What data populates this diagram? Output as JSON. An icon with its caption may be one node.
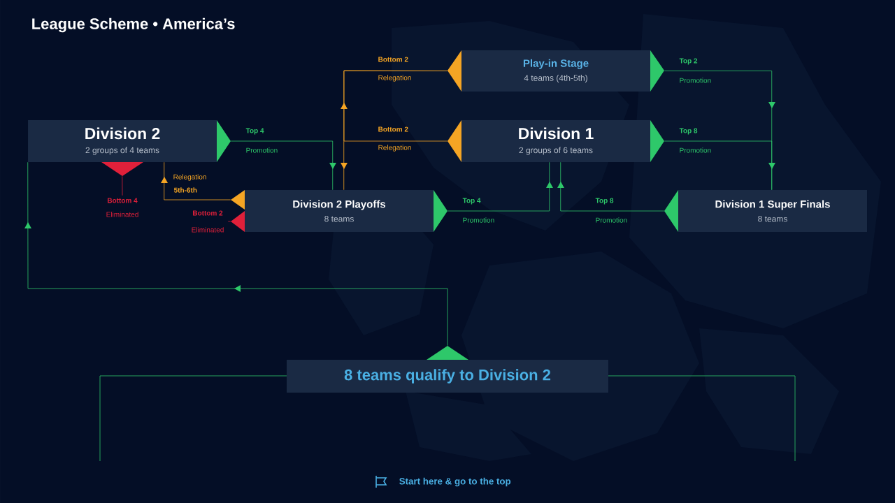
{
  "diagram": {
    "title": "League Scheme • America’s",
    "nodes": [
      {
        "text": [
          "Play-in Stage",
          "4 teams (4th-5th)"
        ]
      },
      {
        "text": [
          "Division 2",
          "2 groups of 4 teams"
        ]
      },
      {
        "text": [
          "Division 1",
          "2 groups of 6 teams"
        ]
      },
      {
        "text": [
          "Division 2 Playoffs",
          "8 teams"
        ]
      },
      {
        "text": [
          "Division 1 Super Finals",
          "8 teams"
        ]
      },
      {
        "text": [
          "8 teams qualify to Division 2"
        ]
      },
      {
        "text": [
          "Bottom 4",
          "Eliminated"
        ]
      },
      {
        "text": [
          "Bottom 2",
          "Eliminated"
        ]
      }
    ],
    "edges": [
      {
        "from": 1,
        "to": 3,
        "arrow": "to",
        "label": "Top 4"
      },
      {
        "from": 1,
        "to": 6,
        "arrow": "to",
        "color": "#e0203a"
      },
      {
        "from": 3,
        "to": 1,
        "arrow": "to",
        "label": "Relegation",
        "color": "#f5a524"
      },
      {
        "from": 3,
        "to": 7,
        "arrow": "to",
        "color": "#e0203a"
      },
      {
        "from": 3,
        "to": 2,
        "arrow": "to",
        "label": "Top 4"
      },
      {
        "from": 2,
        "to": 0,
        "arrow": "to",
        "label": "Bottom 2",
        "color": "#f5a524"
      },
      {
        "from": 0,
        "to": 3,
        "arrow": "to",
        "label": "Bottom 2",
        "color": "#f5a524"
      },
      {
        "from": 0,
        "to": 4,
        "arrow": "to",
        "label": "Top 2"
      },
      {
        "from": 2,
        "to": 4,
        "arrow": "to",
        "label": "Top 8"
      },
      {
        "from": 4,
        "to": 2,
        "arrow": "to",
        "label": "Top 8"
      },
      {
        "from": 5,
        "to": 1,
        "arrow": "to"
      }
    ],
    "labels": [
      "Relegation",
      "Promotion",
      "Promotion",
      "Relegation",
      "Promotion",
      "5th-6th",
      "Promotion",
      "Promotion",
      "Start here & go to the top"
    ]
  }
}
